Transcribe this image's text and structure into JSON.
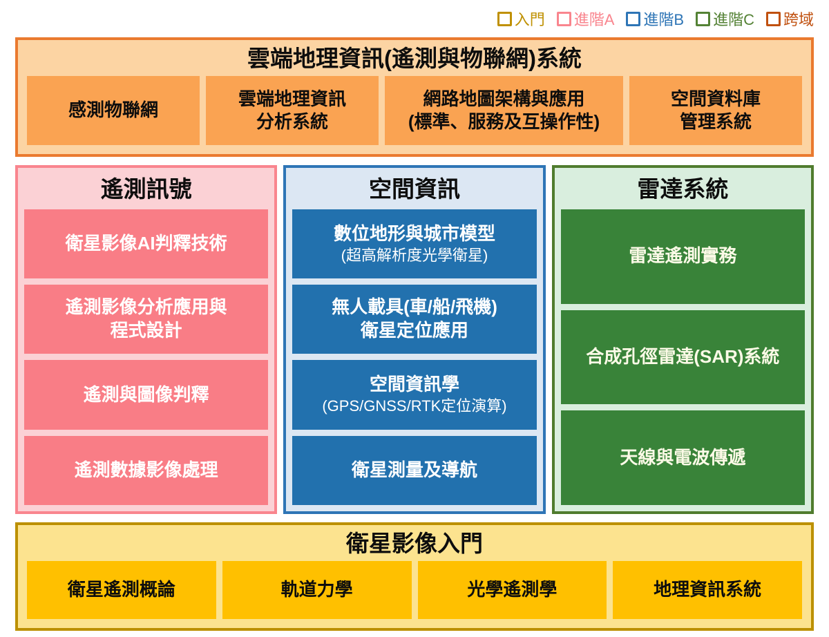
{
  "legend": {
    "items": [
      {
        "label": "入門",
        "color": "#BF9000"
      },
      {
        "label": "進階A",
        "color": "#F9858E"
      },
      {
        "label": "進階B",
        "color": "#2E75B6"
      },
      {
        "label": "進階C",
        "color": "#548235"
      },
      {
        "label": "跨域",
        "color": "#C0500F"
      }
    ]
  },
  "top_section": {
    "title": "雲端地理資訊(遙測與物聯網)系統",
    "courses": [
      {
        "lines": [
          "感測物聯網"
        ]
      },
      {
        "lines": [
          "雲端地理資訊",
          "分析系統"
        ]
      },
      {
        "lines": [
          "網路地圖架構與應用",
          "(標準、服務及互操作性)"
        ]
      },
      {
        "lines": [
          "空間資料庫",
          "管理系統"
        ]
      }
    ]
  },
  "columns": [
    {
      "title": "遙測訊號",
      "items": [
        {
          "lines": [
            "衛星影像AI判釋技術"
          ]
        },
        {
          "lines": [
            "遙測影像分析應用與",
            "程式設計"
          ]
        },
        {
          "lines": [
            "遙測與圖像判釋"
          ]
        },
        {
          "lines": [
            "遙測數據影像處理"
          ]
        }
      ]
    },
    {
      "title": "空間資訊",
      "items": [
        {
          "lines": [
            "數位地形與城市模型",
            "(超高解析度光學衛星)"
          ]
        },
        {
          "lines": [
            "無人載具(車/船/飛機)",
            "衛星定位應用"
          ]
        },
        {
          "lines": [
            "空間資訊學",
            "(GPS/GNSS/RTK定位演算)"
          ]
        },
        {
          "lines": [
            "衛星測量及導航"
          ]
        }
      ]
    },
    {
      "title": "雷達系統",
      "items": [
        {
          "lines": [
            "雷達遙測實務"
          ]
        },
        {
          "lines": [
            "合成孔徑雷達(SAR)系統"
          ]
        },
        {
          "lines": [
            "天線與電波傳遞"
          ]
        }
      ]
    }
  ],
  "bottom_section": {
    "title": "衛星影像入門",
    "courses": [
      {
        "lines": [
          "衛星遙測概論"
        ]
      },
      {
        "lines": [
          "軌道力學"
        ]
      },
      {
        "lines": [
          "光學遙測學"
        ]
      },
      {
        "lines": [
          "地理資訊系統"
        ]
      }
    ]
  },
  "colors": {
    "intro": {
      "fill": "#FFC000",
      "light": "#FCE38F",
      "border": "#BC9000"
    },
    "advanced_a": {
      "fill": "#F97D86",
      "light": "#FBD1D5",
      "border": "#F9858E"
    },
    "advanced_b": {
      "fill": "#2271AE",
      "light": "#DCE7F3",
      "border": "#2E75B6"
    },
    "advanced_c": {
      "fill": "#398339",
      "light": "#D9EEDE",
      "border": "#507C2E"
    },
    "cross": {
      "fill": "#FAA352",
      "light": "#FCD4A3",
      "border": "#EA7A2F"
    }
  }
}
